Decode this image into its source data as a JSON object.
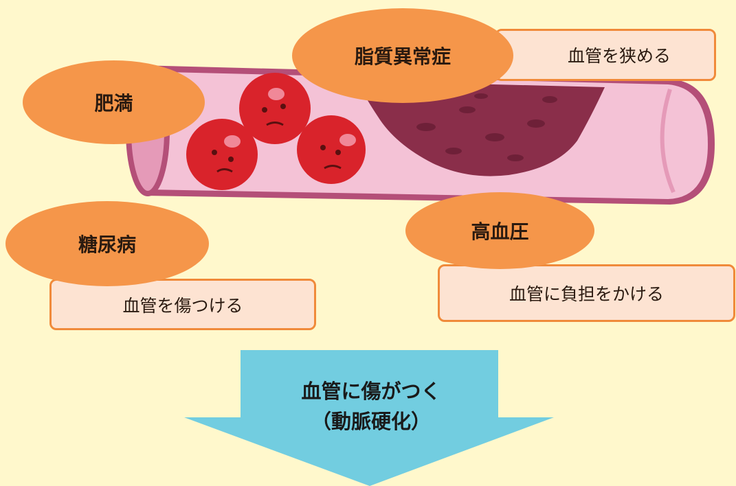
{
  "factors": {
    "obesity": "肥満",
    "dyslipidemia": "脂質異常症",
    "diabetes": "糖尿病",
    "hypertension": "高血圧"
  },
  "effects": {
    "narrow": "血管を狭める",
    "damage": "血管を傷つける",
    "burden": "血管に負担をかける"
  },
  "result": {
    "line1": "血管に傷がつく",
    "line2": "（動脈硬化）"
  },
  "colors": {
    "background": "#fff8cc",
    "factor_fill": "#f5964a",
    "effect_fill": "#fde3d2",
    "effect_border": "#f08a3a",
    "arrow_fill": "#72cde0",
    "vessel": "#f4c2d6",
    "plaque": "#8a2e4a",
    "blood_cell": "#d9232b"
  }
}
